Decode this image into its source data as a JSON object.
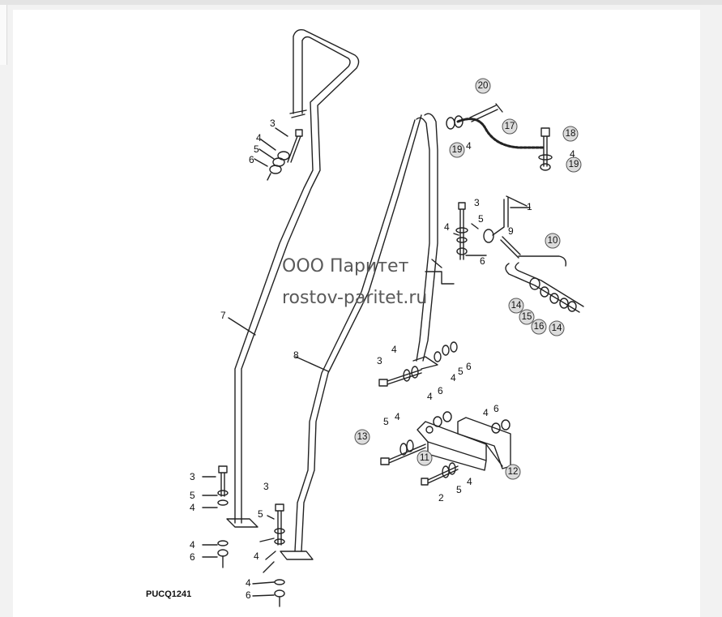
{
  "watermark": {
    "line1": "ООО Паритет",
    "line2": "rostov-paritet.ru"
  },
  "drawing_code": "PUCQ1241",
  "callouts": {
    "c20": "20",
    "c17": "17",
    "c18": "18",
    "c19a": "19",
    "c19b": "19",
    "c4a": "4",
    "c4b": "4",
    "c1": "1",
    "c3a": "3",
    "c5a": "5",
    "c4c": "4",
    "c9": "9",
    "c6a": "6",
    "c10": "10",
    "c14a": "14",
    "c15": "15",
    "c16": "16",
    "c14b": "14",
    "c3b": "3",
    "c4d": "4",
    "c5b": "5",
    "c6b": "6",
    "c7": "7",
    "c8": "8",
    "c3c": "3",
    "c4e": "4",
    "c4f": "4",
    "c5c": "5",
    "c6c": "6",
    "c4g": "4",
    "c6d": "6",
    "c4h": "4",
    "c6e": "6",
    "c13": "13",
    "c5d": "5",
    "c4i": "4",
    "c11": "11",
    "c12": "12",
    "c2": "2",
    "c5e": "5",
    "c4j": "4",
    "c3d": "3",
    "c5f": "5",
    "c4k": "4",
    "c4l": "4",
    "c6f": "6",
    "c3e": "3",
    "c5g": "5",
    "c4m": "4",
    "c4n": "4",
    "c6g": "6"
  }
}
